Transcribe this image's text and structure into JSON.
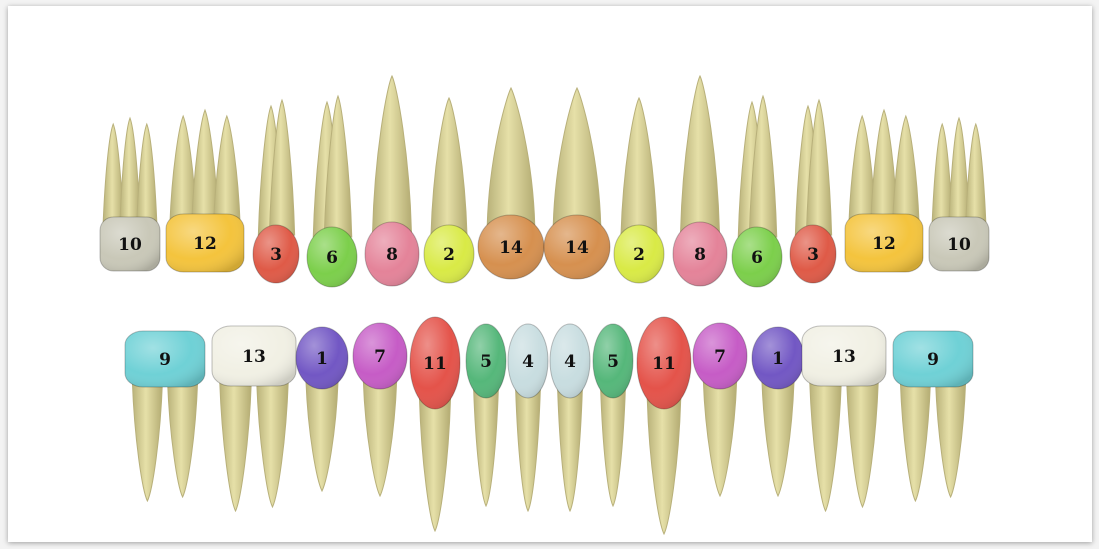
{
  "upper_teeth": [
    {
      "label": "10",
      "color": "#c9c8b8",
      "type": "molar"
    },
    {
      "label": "12",
      "color": "#f4c43d",
      "type": "molar"
    },
    {
      "label": "3",
      "color": "#df5a47",
      "type": "premolar"
    },
    {
      "label": "6",
      "color": "#7ccf4b",
      "type": "premolar"
    },
    {
      "label": "8",
      "color": "#e48399",
      "type": "canine"
    },
    {
      "label": "2",
      "color": "#d9ea46",
      "type": "lateral"
    },
    {
      "label": "14",
      "color": "#d6904f",
      "type": "central"
    },
    {
      "label": "14",
      "color": "#d6904f",
      "type": "central"
    },
    {
      "label": "2",
      "color": "#d9ea46",
      "type": "lateral"
    },
    {
      "label": "8",
      "color": "#e48399",
      "type": "canine"
    },
    {
      "label": "6",
      "color": "#7ccf4b",
      "type": "premolar"
    },
    {
      "label": "3",
      "color": "#df5a47",
      "type": "premolar"
    },
    {
      "label": "12",
      "color": "#f4c43d",
      "type": "molar"
    },
    {
      "label": "10",
      "color": "#c9c8b8",
      "type": "molar"
    }
  ],
  "lower_teeth": [
    {
      "label": "9",
      "color": "#6fd1d6",
      "type": "molar"
    },
    {
      "label": "13",
      "color": "#f1f0e4",
      "type": "molar"
    },
    {
      "label": "1",
      "color": "#7257c4",
      "type": "premolar"
    },
    {
      "label": "7",
      "color": "#c65cc6",
      "type": "premolar"
    },
    {
      "label": "11",
      "color": "#e4534a",
      "type": "canine"
    },
    {
      "label": "5",
      "color": "#55b77a",
      "type": "incisor"
    },
    {
      "label": "4",
      "color": "#c8dde0",
      "type": "incisor"
    },
    {
      "label": "4",
      "color": "#c8dde0",
      "type": "incisor"
    },
    {
      "label": "5",
      "color": "#55b77a",
      "type": "incisor"
    },
    {
      "label": "11",
      "color": "#e4534a",
      "type": "canine"
    },
    {
      "label": "7",
      "color": "#c65cc6",
      "type": "premolar"
    },
    {
      "label": "1",
      "color": "#7257c4",
      "type": "premolar"
    },
    {
      "label": "13",
      "color": "#f1f0e4",
      "type": "molar"
    },
    {
      "label": "9",
      "color": "#6fd1d6",
      "type": "molar"
    }
  ],
  "colors": {
    "root": "#d8d29a",
    "root_shade": "#b8b07a",
    "background": "#ffffff"
  }
}
